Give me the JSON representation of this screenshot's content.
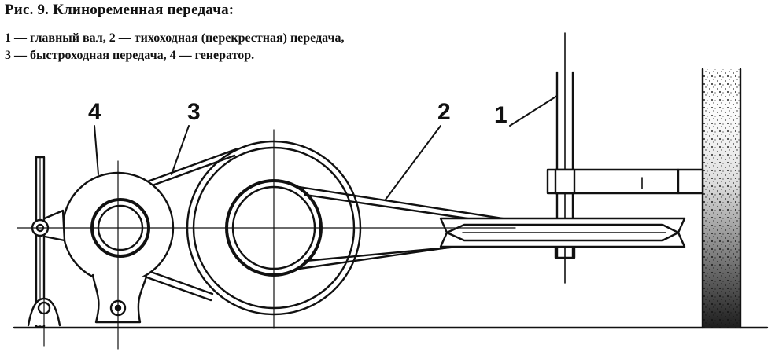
{
  "caption": {
    "title": "Рис. 9. Клиноременная передача:",
    "line1": "1 — главный вал, 2 — тихоходная (перекрестная) передача,",
    "line2": "3 — быстроходная передача, 4 — генератор."
  },
  "labels": {
    "main_shaft": "1",
    "slow_drive": "2",
    "fast_drive": "3",
    "generator": "4"
  },
  "colors": {
    "ink": "#111111",
    "paper": "#ffffff"
  }
}
